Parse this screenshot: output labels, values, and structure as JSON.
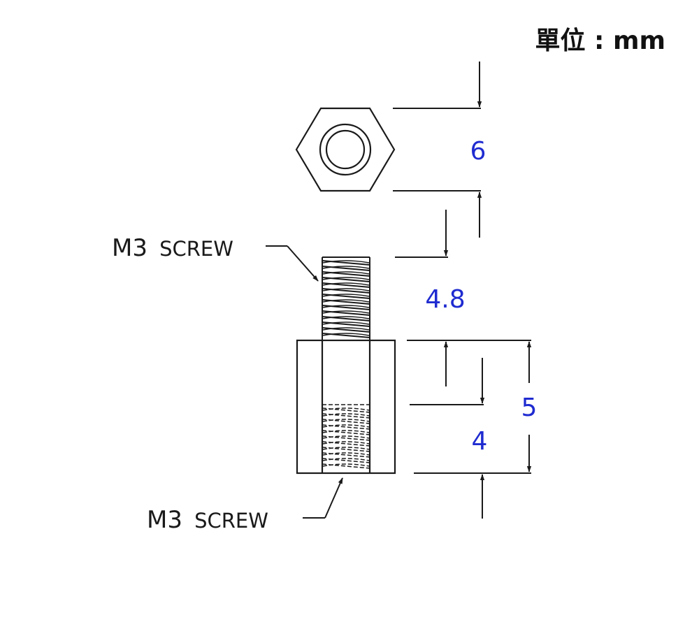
{
  "unit_label": "單位 : mm",
  "dimensions": {
    "nut_height": "6",
    "screw_length": "4.8",
    "body_length": "5",
    "thread_depth": "4"
  },
  "callouts": {
    "top": {
      "prefix": "M3",
      "suffix": "SCREW"
    },
    "bottom": {
      "prefix": "M3",
      "suffix": "SCREW"
    }
  },
  "colors": {
    "line": "#1a1a1a",
    "dimension_text": "#1f2bd0",
    "unit_text": "#111111"
  }
}
